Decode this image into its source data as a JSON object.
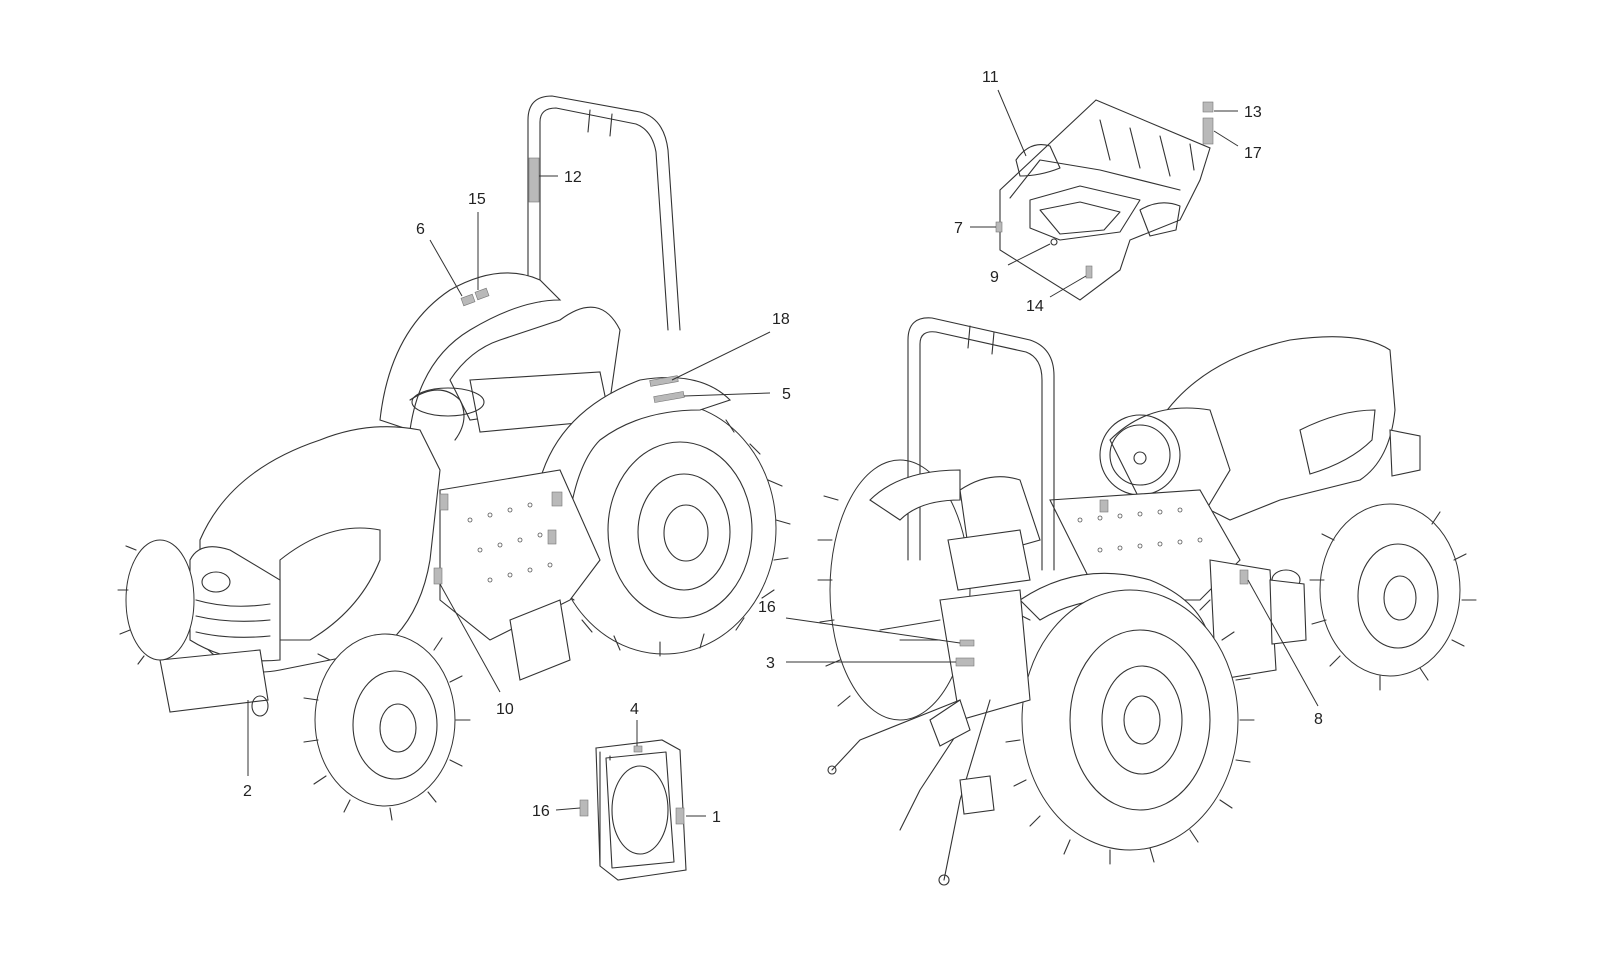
{
  "callouts": {
    "c1": "1",
    "c2": "2",
    "c3": "3",
    "c4": "4",
    "c5": "5",
    "c6": "6",
    "c7": "7",
    "c8": "8",
    "c9": "9",
    "c10": "10",
    "c11": "11",
    "c12": "12",
    "c13": "13",
    "c14": "14",
    "c15": "15",
    "c16a": "16",
    "c16b": "16",
    "c17": "17",
    "c18": "18"
  },
  "colors": {
    "line": "#333333",
    "decal": "#b9b9b9",
    "background": "#ffffff"
  }
}
